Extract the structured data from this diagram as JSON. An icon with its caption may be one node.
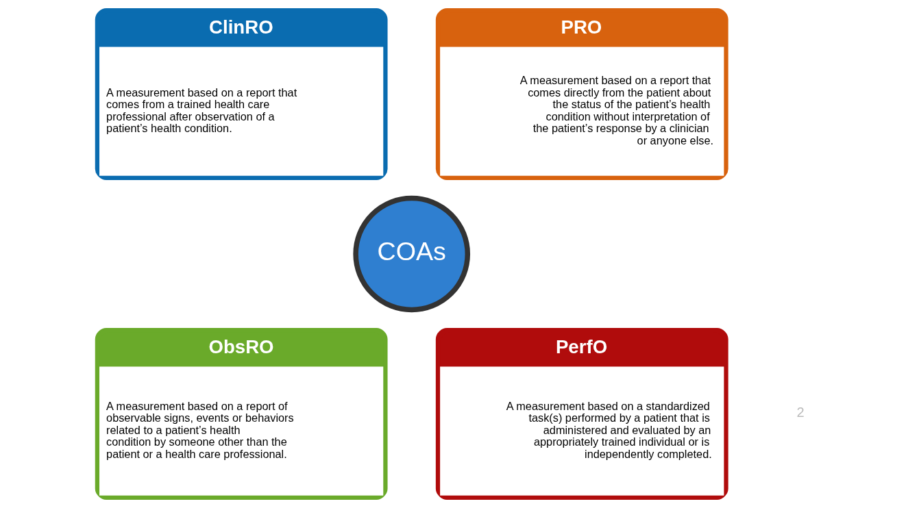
{
  "diagram": {
    "nodes": [
      {
        "text": [
          "ClinRO",
          "A measurement based on a report that comes from a trained health care professional after observation of a patient’s health condition."
        ]
      },
      {
        "text": [
          "PRO",
          "A measurement based on a report that comes directly from the patient about the status of the patient’s health condition without interpretation of the patient’s response by a clinician or anyone else."
        ]
      },
      {
        "text": [
          "COAs"
        ]
      },
      {
        "text": [
          "ObsRO",
          "A measurement based on a report of observable signs, events or behaviors related to a patient’s health condition by someone other than the patient or a health care professional."
        ]
      },
      {
        "text": [
          "PerfO",
          "A measurement based on a standardized task(s) performed by a patient that is administered and evaluated by an appropriately trained individual or is independently completed."
        ]
      }
    ],
    "edges": [],
    "labels": [
      "2"
    ]
  }
}
